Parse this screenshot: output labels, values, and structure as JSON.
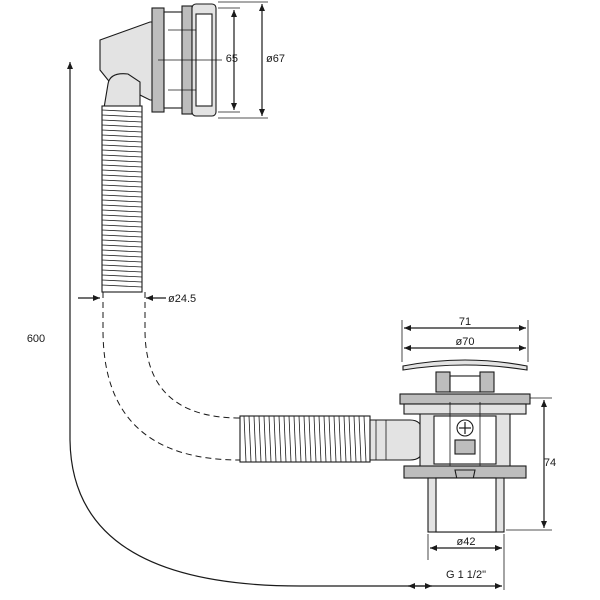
{
  "diagram": {
    "dimensions": {
      "overflow_height": "65",
      "overflow_diameter": "ø67",
      "total_length": "600",
      "pipe_diameter": "ø24.5",
      "waste_width": "71",
      "plug_diameter": "ø70",
      "waste_height": "74",
      "outlet_diameter": "ø42",
      "thread": "G 1 1/2\""
    },
    "colors": {
      "line": "#1a1a1a",
      "metal_fill": "#bdbdbd",
      "light_fill": "#e3e3e3",
      "background": "#ffffff"
    }
  }
}
